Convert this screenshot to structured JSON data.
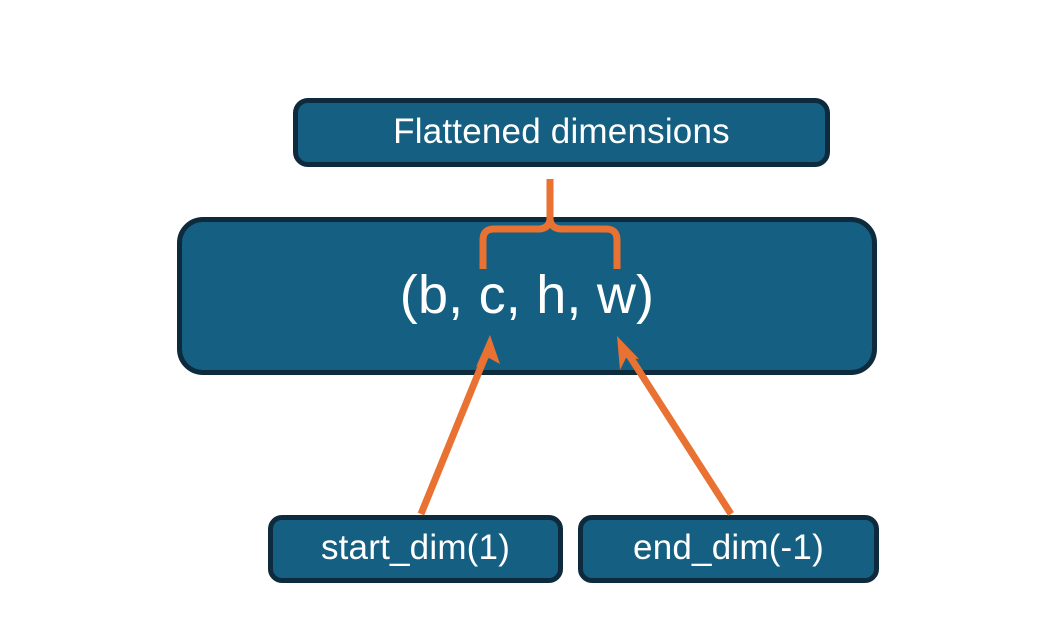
{
  "diagram": {
    "title_node": {
      "id": "flattened-dimensions",
      "label": "Flattened dimensions"
    },
    "shape_node": {
      "id": "tensor-shape",
      "label": "(b, c, h, w)"
    },
    "param_nodes": [
      {
        "id": "start-dim",
        "label": "start_dim(1)"
      },
      {
        "id": "end-dim",
        "label": "end_dim(-1)"
      }
    ],
    "connectors": [
      {
        "id": "brace-connector",
        "kind": "curly-brace",
        "from": "tensor-shape",
        "to": "flattened-dimensions",
        "spans": "c, h, w"
      },
      {
        "id": "start-dim-arrow",
        "kind": "arrow",
        "from": "start-dim",
        "to": "tensor-shape"
      },
      {
        "id": "end-dim-arrow",
        "kind": "arrow",
        "from": "end-dim",
        "to": "tensor-shape"
      }
    ],
    "colors": {
      "node_fill": "#156082",
      "node_border": "#0E2B3D",
      "node_text": "#FFFFFF",
      "connector": "#E97132",
      "background": "#FFFFFF"
    }
  }
}
